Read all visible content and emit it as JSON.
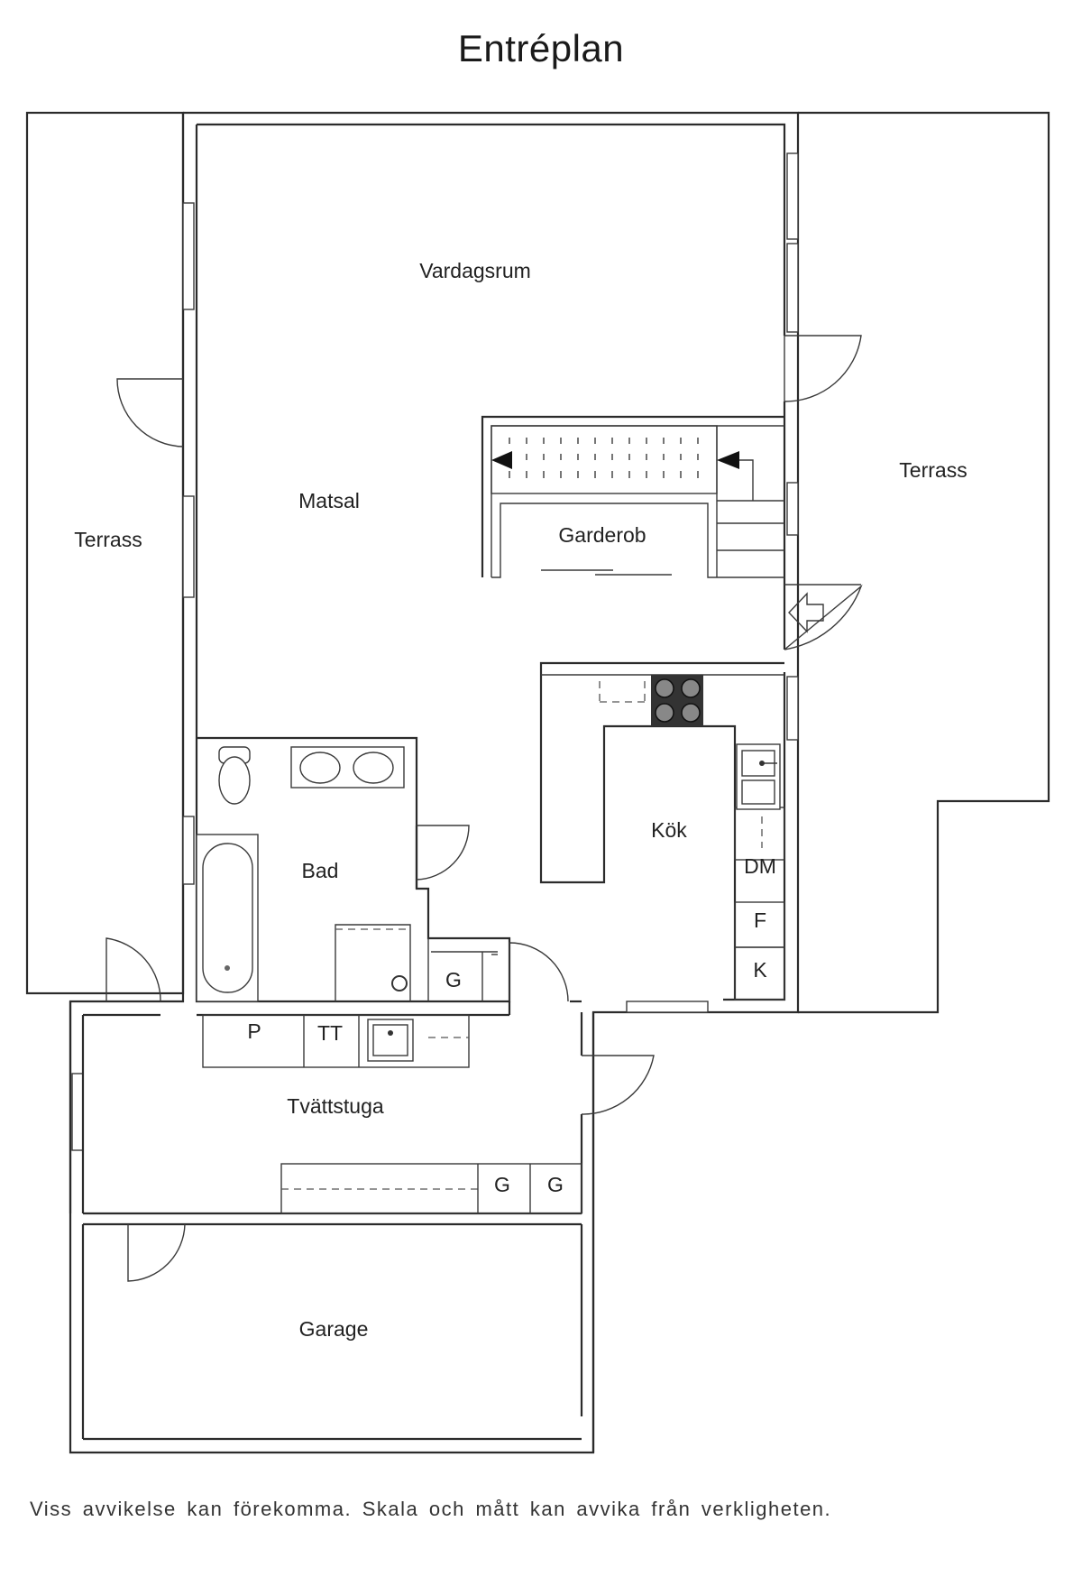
{
  "title": "Entréplan",
  "rooms": {
    "vardagsrum": "Vardagsrum",
    "matsal": "Matsal",
    "terrass_left": "Terrass",
    "terrass_right": "Terrass",
    "garderob": "Garderob",
    "kok": "Kök",
    "bad": "Bad",
    "tvattstuga": "Tvättstuga",
    "garage": "Garage"
  },
  "appliances": {
    "dm": "DM",
    "f": "F",
    "k": "K",
    "g_bad": "G",
    "p": "P",
    "tt": "TT",
    "g1": "G",
    "g2": "G"
  },
  "disclaimer": "Viss avvikelse kan förekomma. Skala och mått kan avvika från verkligheten."
}
